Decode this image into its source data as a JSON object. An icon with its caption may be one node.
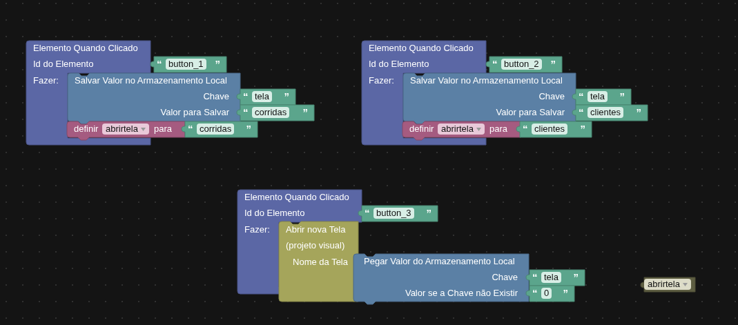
{
  "diagram": {
    "nodes": [
      {
        "text": [
          "Elemento Quando Clicado",
          "Id do Elemento",
          "Fazer:"
        ]
      },
      {
        "text": [
          "“",
          "button_1",
          "”"
        ]
      },
      {
        "text": [
          "Salvar Valor no Armazenamento Local",
          "Chave",
          "Valor para Salvar"
        ]
      },
      {
        "text": [
          "“",
          "tela",
          "”"
        ]
      },
      {
        "text": [
          "“",
          "corridas",
          "”"
        ]
      },
      {
        "text": [
          "definir",
          "abrirtela",
          "para"
        ]
      },
      {
        "text": [
          "“",
          "corridas",
          "”"
        ]
      },
      {
        "text": [
          "Elemento Quando Clicado",
          "Id do Elemento",
          "Fazer:"
        ]
      },
      {
        "text": [
          "“",
          "button_2",
          "”"
        ]
      },
      {
        "text": [
          "Salvar Valor no Armazenamento Local",
          "Chave",
          "Valor para Salvar"
        ]
      },
      {
        "text": [
          "“",
          "tela",
          "”"
        ]
      },
      {
        "text": [
          "“",
          "clientes",
          "”"
        ]
      },
      {
        "text": [
          "definir",
          "abrirtela",
          "para"
        ]
      },
      {
        "text": [
          "“",
          "clientes",
          "”"
        ]
      },
      {
        "text": [
          "Elemento Quando Clicado",
          "Id do Elemento",
          "Fazer:"
        ]
      },
      {
        "text": [
          "“",
          "button_3",
          "”"
        ]
      },
      {
        "text": [
          "Abrir nova Tela",
          "(projeto visual)",
          "Nome da Tela"
        ]
      },
      {
        "text": [
          "Pegar Valor do Armazenamento Local",
          "Chave",
          "Valor se a Chave não Existir"
        ]
      },
      {
        "text": [
          "“",
          "tela",
          "”"
        ]
      },
      {
        "text": [
          "“",
          "0",
          "”"
        ]
      },
      {
        "text": [
          "abrirtela"
        ]
      }
    ]
  }
}
